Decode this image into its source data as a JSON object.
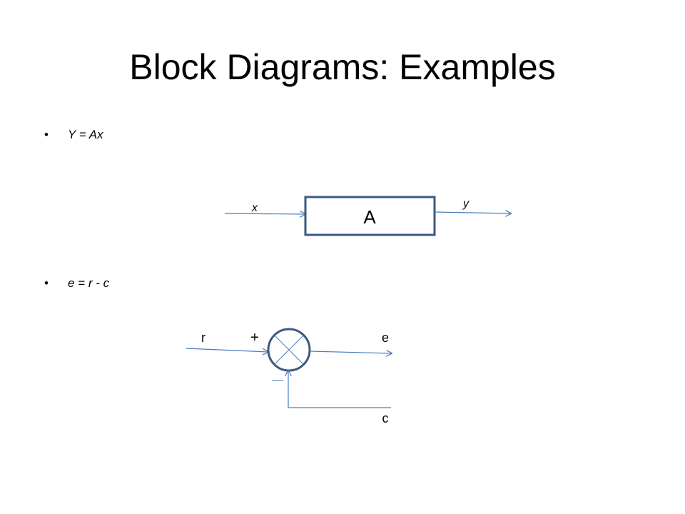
{
  "slide": {
    "title": "Block Diagrams: Examples",
    "bullets": [
      {
        "text": "Y = Ax"
      },
      {
        "text": "e = r - c"
      }
    ]
  },
  "diagram1": {
    "block_label": "A",
    "input_label": "x",
    "output_label": "y"
  },
  "diagram2": {
    "input_label": "r",
    "plus_sign": "+",
    "output_label": "e",
    "feedback_label": "c",
    "minus_sign": "—"
  },
  "colors": {
    "arrow": "#4a7ebb",
    "block_border": "#3a5a80",
    "text": "#000000"
  }
}
